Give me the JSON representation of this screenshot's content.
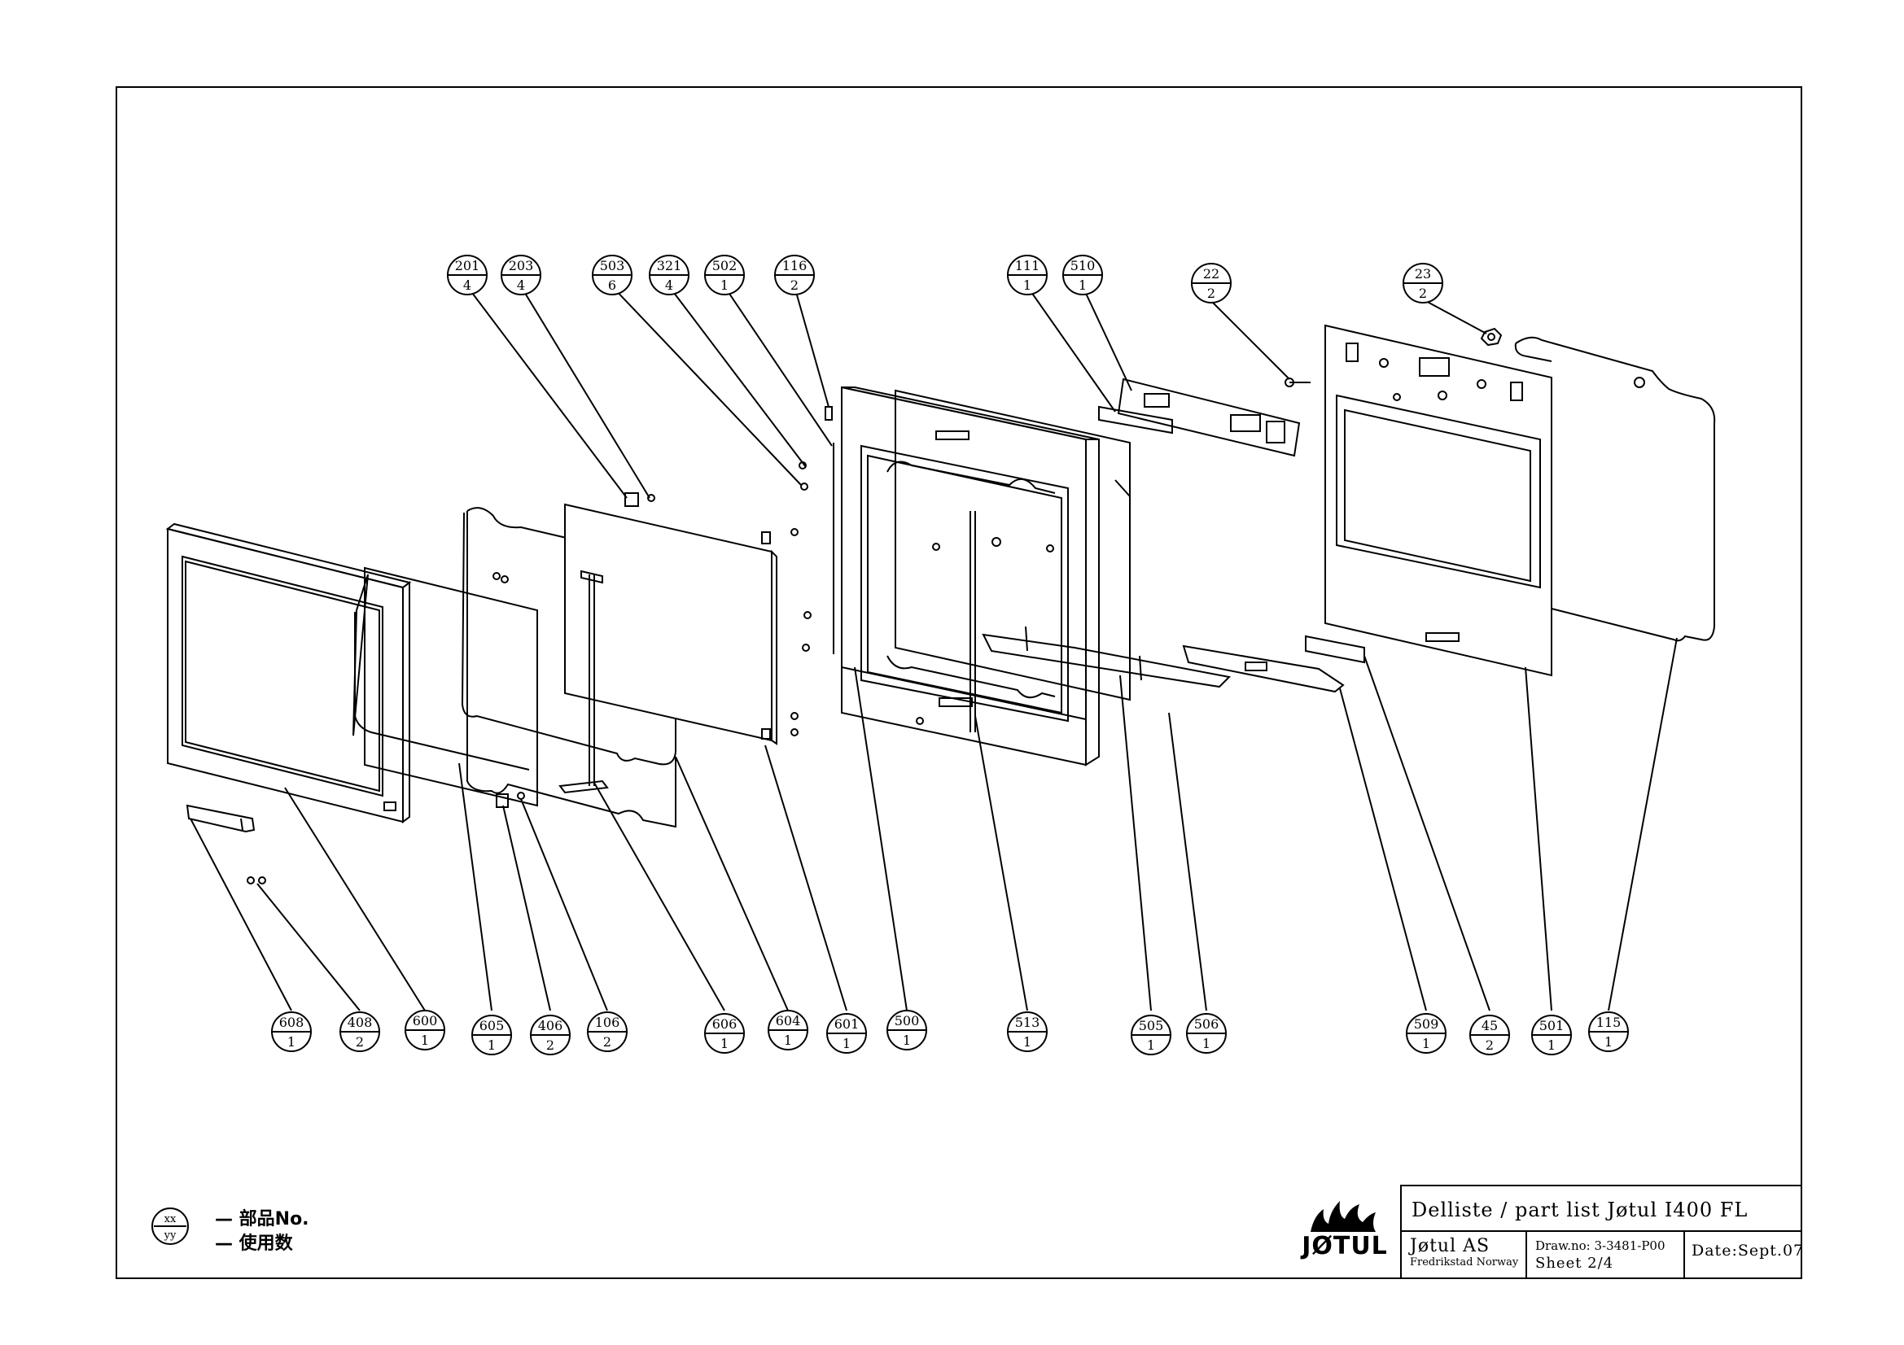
{
  "balloons_top": [
    {
      "part": "201",
      "qty": "4"
    },
    {
      "part": "203",
      "qty": "4"
    },
    {
      "part": "503",
      "qty": "6"
    },
    {
      "part": "321",
      "qty": "4"
    },
    {
      "part": "502",
      "qty": "1"
    },
    {
      "part": "116",
      "qty": "2"
    },
    {
      "part": "111",
      "qty": "1"
    },
    {
      "part": "510",
      "qty": "1"
    },
    {
      "part": "22",
      "qty": "2"
    },
    {
      "part": "23",
      "qty": "2"
    }
  ],
  "balloons_bottom": [
    {
      "part": "608",
      "qty": "1"
    },
    {
      "part": "408",
      "qty": "2"
    },
    {
      "part": "600",
      "qty": "1"
    },
    {
      "part": "605",
      "qty": "1"
    },
    {
      "part": "406",
      "qty": "2"
    },
    {
      "part": "106",
      "qty": "2"
    },
    {
      "part": "606",
      "qty": "1"
    },
    {
      "part": "604",
      "qty": "1"
    },
    {
      "part": "601",
      "qty": "1"
    },
    {
      "part": "500",
      "qty": "1"
    },
    {
      "part": "513",
      "qty": "1"
    },
    {
      "part": "505",
      "qty": "1"
    },
    {
      "part": "506",
      "qty": "1"
    },
    {
      "part": "509",
      "qty": "1"
    },
    {
      "part": "45",
      "qty": "2"
    },
    {
      "part": "501",
      "qty": "1"
    },
    {
      "part": "115",
      "qty": "1"
    }
  ],
  "title_block": {
    "title": "Delliste / part list Jøtul I400 FL",
    "company": "Jøtul AS",
    "location": "Fredrikstad Norway",
    "drawing_no": "Draw.no: 3-3481-P00",
    "sheet": "Sheet 2/4",
    "date": "Date:Sept.07"
  },
  "logo": {
    "text": "JØTUL"
  },
  "legend": {
    "top_symbol": "xx",
    "bottom_symbol": "yy",
    "part_label": "— 部品No.",
    "qty_label": "— 使用数"
  }
}
